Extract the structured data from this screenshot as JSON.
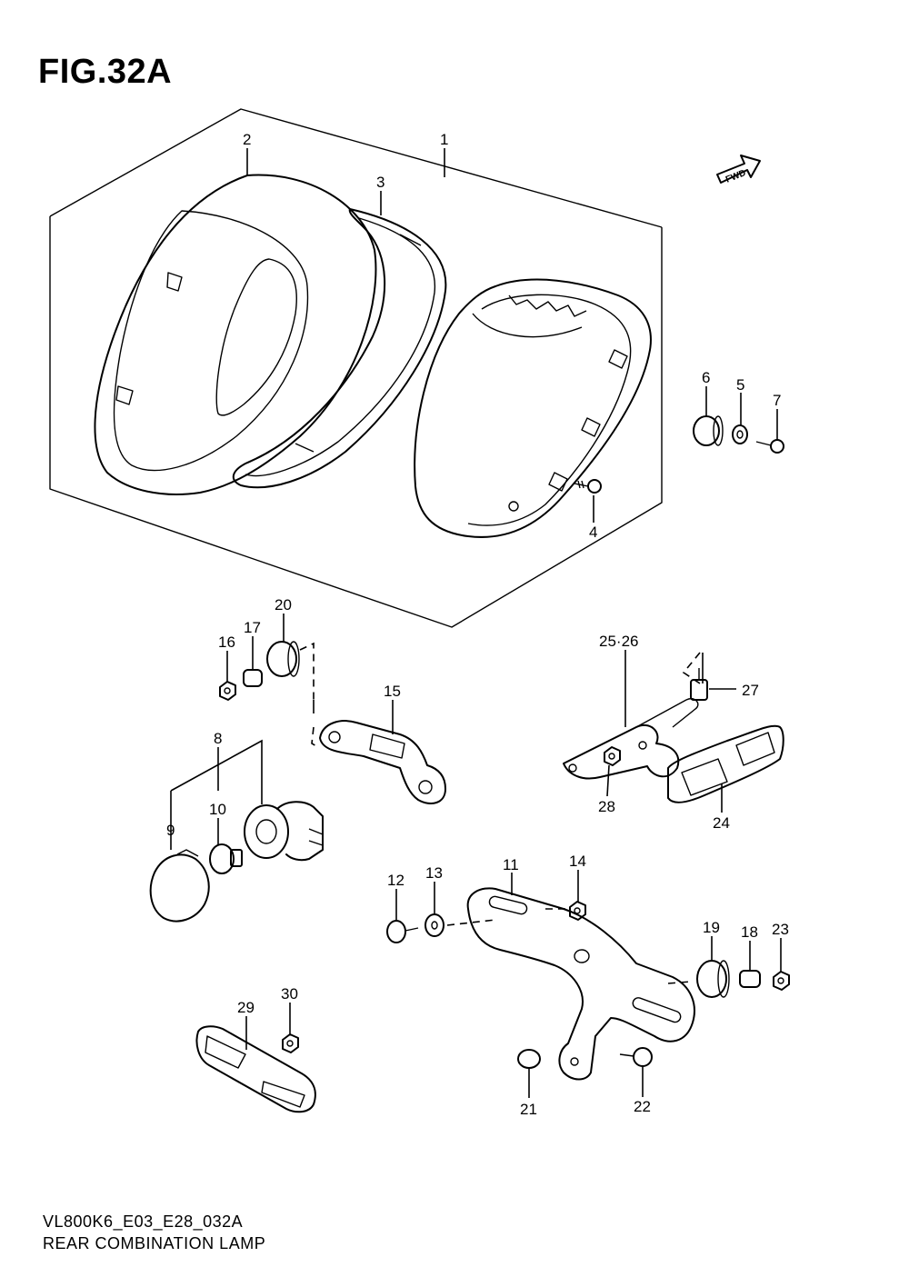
{
  "figure": {
    "title": "FIG.32A",
    "model_code": "VL800K6_E03_E28_032A",
    "caption": "REAR COMBINATION LAMP",
    "direction_marker": "FWD"
  },
  "callouts": [
    "1",
    "2",
    "3",
    "4",
    "5",
    "6",
    "7",
    "8",
    "9",
    "10",
    "11",
    "12",
    "13",
    "14",
    "15",
    "16",
    "17",
    "18",
    "19",
    "20",
    "21",
    "22",
    "23",
    "24",
    "25·26",
    "27",
    "28",
    "29",
    "30"
  ]
}
